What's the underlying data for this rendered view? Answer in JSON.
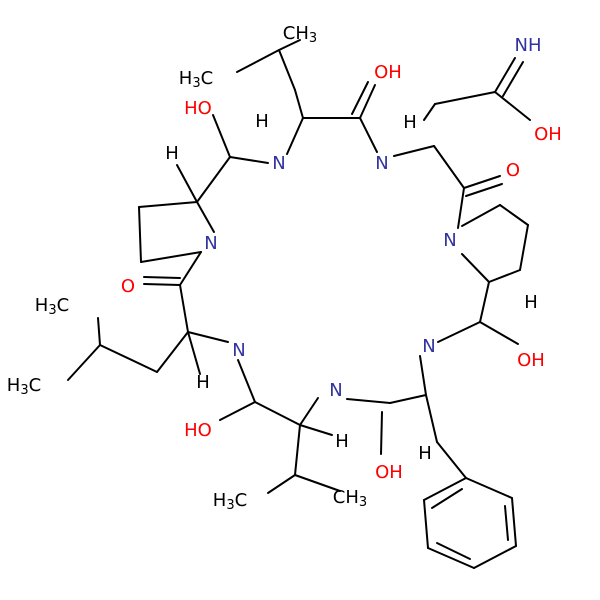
{
  "colors": {
    "carbon": "#000000",
    "oxygen": "#ff0000",
    "nitrogen": "#3232a0",
    "hydrogen": "#000000"
  },
  "atoms": [
    {
      "id": "ch3-top",
      "text": "CH",
      "sub": "3",
      "element": "C"
    },
    {
      "id": "h3c-valine-top",
      "text": "H",
      "sub": "3",
      "tail": "C",
      "element": "C"
    },
    {
      "id": "oh-carbonyl-top",
      "text": "OH",
      "element": "O"
    },
    {
      "id": "nh-imine",
      "text": "NH",
      "element": "N"
    },
    {
      "id": "oh-asn",
      "text": "OH",
      "element": "O"
    },
    {
      "id": "oh-left-top",
      "text": "HO",
      "element": "O"
    },
    {
      "id": "h-valine-top",
      "text": "H",
      "element": "H"
    },
    {
      "id": "n-valine-top",
      "text": "N",
      "element": "N"
    },
    {
      "id": "n-asn",
      "text": "N",
      "element": "N"
    },
    {
      "id": "h-asn",
      "text": "H",
      "element": "H"
    },
    {
      "id": "h-pro-left",
      "text": "H",
      "element": "H"
    },
    {
      "id": "o-pro-right",
      "text": "O",
      "element": "O"
    },
    {
      "id": "n-pro-left",
      "text": "N",
      "element": "N"
    },
    {
      "id": "n-pro-right",
      "text": "N",
      "element": "N"
    },
    {
      "id": "o-leu",
      "text": "O",
      "element": "O"
    },
    {
      "id": "h3c-leu-top",
      "text": "H",
      "sub": "3",
      "tail": "C",
      "element": "C"
    },
    {
      "id": "h-pro-right",
      "text": "H",
      "element": "H"
    },
    {
      "id": "n-leu",
      "text": "N",
      "element": "N"
    },
    {
      "id": "n-phe",
      "text": "N",
      "element": "N"
    },
    {
      "id": "oh-phe-right",
      "text": "OH",
      "element": "O"
    },
    {
      "id": "h-leu",
      "text": "H",
      "element": "H"
    },
    {
      "id": "h3c-leu-bottom",
      "text": "H",
      "sub": "3",
      "tail": "C",
      "element": "C"
    },
    {
      "id": "n-valine-bottom",
      "text": "N",
      "element": "N"
    },
    {
      "id": "ho-valine-bottom",
      "text": "HO",
      "element": "O"
    },
    {
      "id": "h-valine-bottom",
      "text": "H",
      "element": "H"
    },
    {
      "id": "oh-bottom",
      "text": "OH",
      "element": "O"
    },
    {
      "id": "h-phe",
      "text": "H",
      "element": "H"
    },
    {
      "id": "h3c-valine-bottom",
      "text": "H",
      "sub": "3",
      "tail": "C",
      "element": "C"
    },
    {
      "id": "ch3-valine-bottom",
      "text": "CH",
      "sub": "3",
      "element": "C"
    }
  ]
}
